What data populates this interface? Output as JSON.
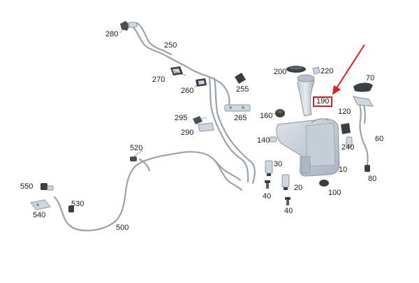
{
  "callouts": {
    "c280": "280",
    "c250": "250",
    "c270": "270",
    "c260": "260",
    "c255": "255",
    "c295": "295",
    "c265": "265",
    "c290": "290",
    "c520": "520",
    "c550": "550",
    "c530": "530",
    "c540": "540",
    "c500": "500",
    "c200": "200",
    "c220": "220",
    "c70": "70",
    "c190": "190",
    "c160": "160",
    "c120": "120",
    "c140": "140",
    "c60": "60",
    "c240": "240",
    "c30": "30",
    "c10": "10",
    "c80": "80",
    "c40a": "40",
    "c20": "20",
    "c100": "100",
    "c40b": "40"
  },
  "highlighted_part": "190",
  "colors": {
    "part_fill": "#cfd6df",
    "part_stroke": "#8b949e",
    "dark_part": "#3b3f44",
    "highlight": "#e21b1b"
  }
}
